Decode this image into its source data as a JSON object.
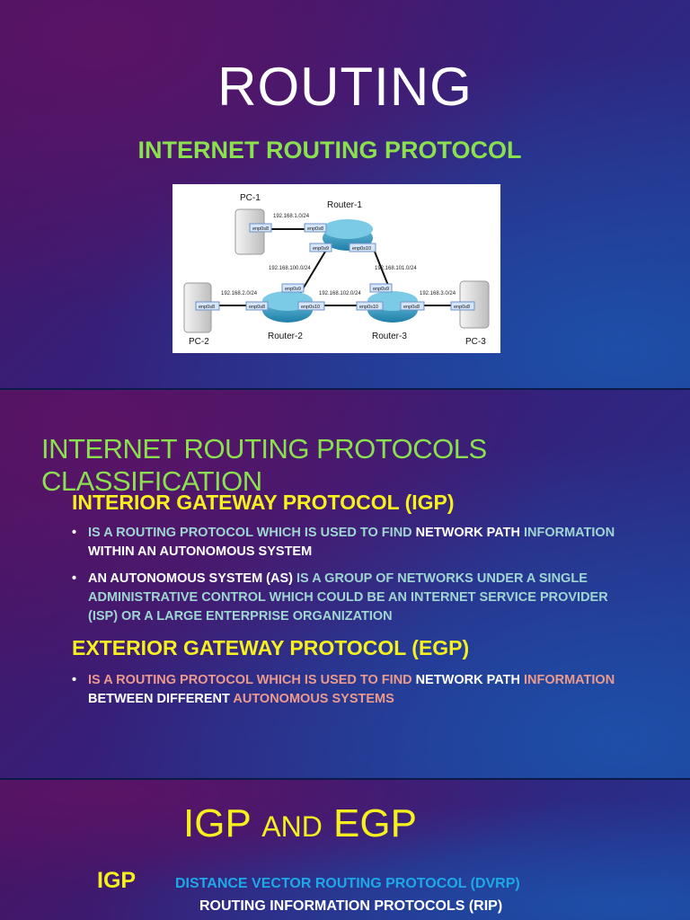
{
  "slide1": {
    "title": "ROUTING",
    "subtitle": "INTERNET ROUTING PROTOCOL",
    "diagram": {
      "pc1": "PC-1",
      "pc2": "PC-2",
      "pc3": "PC-3",
      "router1": "Router-1",
      "router2": "Router-2",
      "router3": "Router-3",
      "net_pc1_r1": "192.168.1.0/24",
      "net_r1_r2": "192.168.100.0/24",
      "net_r1_r3": "192.168.101.0/24",
      "net_pc2_r2": "192.168.2.0/24",
      "net_r2_r3": "192.168.102.0/24",
      "net_r3_pc3": "192.168.3.0/24",
      "if_enp0s8": "enp0s8",
      "if_enp0s9": "enp0s9",
      "if_enp0s10": "enp0s10"
    }
  },
  "slide2": {
    "title": "INTERNET ROUTING PROTOCOLS CLASSIFICATION",
    "igp_heading": "INTERIOR GATEWAY PROTOCOL (IGP)",
    "igp_b1": [
      "IS A ROUTING PROTOCOL WHICH IS USED TO FIND ",
      "NETWORK PATH",
      " INFORMATION",
      "WITHIN AN AUTONOMOUS SYSTEM"
    ],
    "igp_b2": [
      "AN AUTONOMOUS SYSTEM (AS)",
      " IS A GROUP OF NETWORKS UNDER A SINGLE ADMINISTRATIVE CONTROL WHICH COULD BE AN INTERNET SERVICE PROVIDER (ISP) OR A LARGE ENTERPRISE ORGANIZATION"
    ],
    "egp_heading": "EXTERIOR GATEWAY PROTOCOL (EGP)",
    "egp_b1": [
      "IS A ROUTING PROTOCOL WHICH IS USED TO FIND ",
      "NETWORK PATH",
      " INFORMATION",
      "BETWEEN DIFFERENT ",
      "AUTONOMOUS SYSTEMS"
    ]
  },
  "slide3": {
    "title_a": "IGP ",
    "title_b": "AND",
    "title_c": " EGP",
    "igp_label": "IGP",
    "dvrp": "DISTANCE VECTOR ROUTING PROTOCOL (DVRP)",
    "rip": "ROUTING INFORMATION PROTOCOLS (RIP)"
  },
  "colors": {
    "green": "#8be04e",
    "yellow": "#f5f01e",
    "teal": "#9fd6d2",
    "salmon": "#ec9a8c",
    "blue": "#1fa8e8"
  }
}
